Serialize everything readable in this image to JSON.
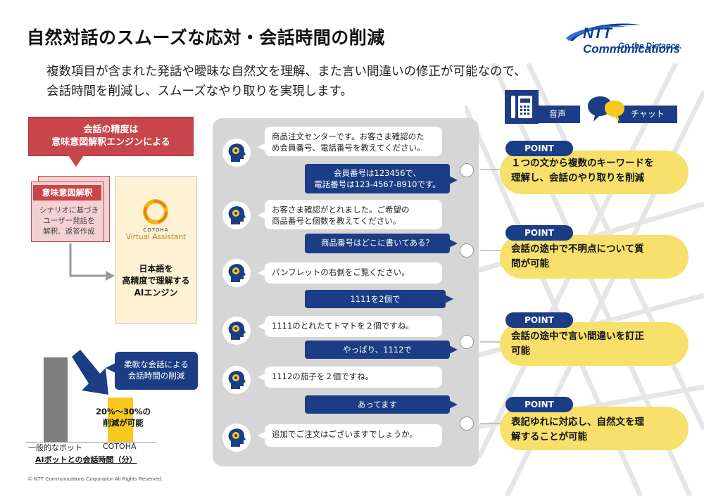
{
  "header": {
    "title": "自然対話のスムーズな応対・会話時間の削減",
    "subtitle_line1": "複数項目が含まれた発話や曖昧な自然文を理解、また言い間違いの修正が可能なので、",
    "subtitle_line2": "会話時間を削減し、スムーズなやり取りを実現します。"
  },
  "logo": {
    "brand_ntt": "NTT",
    "brand_comm": "Communications",
    "tagline": "Go the Distance."
  },
  "left_panel": {
    "callout_line1": "会話の精度は",
    "callout_line2": "意味意図解釈エンジンによる",
    "intent_title": "意味意図解釈",
    "intent_line1": "シナリオに基づき",
    "intent_line2": "ユーザー発話を",
    "intent_line3": "解釈、返答作成",
    "cotoha_small": "COTOHA",
    "cotoha_name": "Virtual Assistant",
    "engine_line1": "日本語を",
    "engine_line2": "高精度で理解する",
    "engine_line3": "AIエンジン"
  },
  "chart": {
    "callout_line1": "柔軟な会話による",
    "callout_line2": "会話時間の削減",
    "reduction_line1": "20%〜30%の",
    "reduction_line2": "削減が可能",
    "label_general": "一般的なボット",
    "label_cotoha": "COTOHA",
    "title": "AIボットとの会話時間（分）",
    "chart_values": {
      "general_bot": 1.0,
      "cotoha": 0.525
    }
  },
  "chat": {
    "messages": [
      {
        "role": "bot",
        "line1": "商品注文センターです。お客さま確認のた",
        "line2": "め会員番号、電話番号を教えてください。"
      },
      {
        "role": "user",
        "line1": "会員番号は123456で、",
        "line2": "電話番号は123-4567-8910です。"
      },
      {
        "role": "bot",
        "line1": "お客さま確認がとれました。ご希望の",
        "line2": "商品番号と個数を教えてください。"
      },
      {
        "role": "user",
        "line1": "商品番号はどこに書いてある？"
      },
      {
        "role": "bot",
        "line1": "パンフレットの右側をご覧ください。"
      },
      {
        "role": "user",
        "line1": "1111を2個で"
      },
      {
        "role": "bot",
        "line1": "1111のとれたてトマトを２個ですね。"
      },
      {
        "role": "user",
        "line1": "やっぱり、1112で"
      },
      {
        "role": "bot",
        "line1": "1112の茄子を２個ですね。"
      },
      {
        "role": "user",
        "line1": "あってます"
      },
      {
        "role": "bot",
        "line1": "追加でご注文はございますでしょうか。"
      }
    ]
  },
  "channels": {
    "voice": "音声",
    "chat": "チャット"
  },
  "points": [
    {
      "tag": "POINT",
      "line1": "１つの文から複数のキーワードを",
      "line2": "理解し、会話のやり取りを削減"
    },
    {
      "tag": "POINT",
      "line1": "会話の途中で不明点について質",
      "line2": "問が可能"
    },
    {
      "tag": "POINT",
      "line1": "会話の途中で言い間違いを訂正",
      "line2": "可能"
    },
    {
      "tag": "POINT",
      "line1": "表記ゆれに対応し、自然文を理",
      "line2": "解することが可能"
    }
  ],
  "colors": {
    "navy": "#1b3d85",
    "red": "#c8464b",
    "yellow": "#f7e06b",
    "gold": "#f7c81e"
  },
  "footer": "© NTT Communications Corporation All Rights Reserved."
}
